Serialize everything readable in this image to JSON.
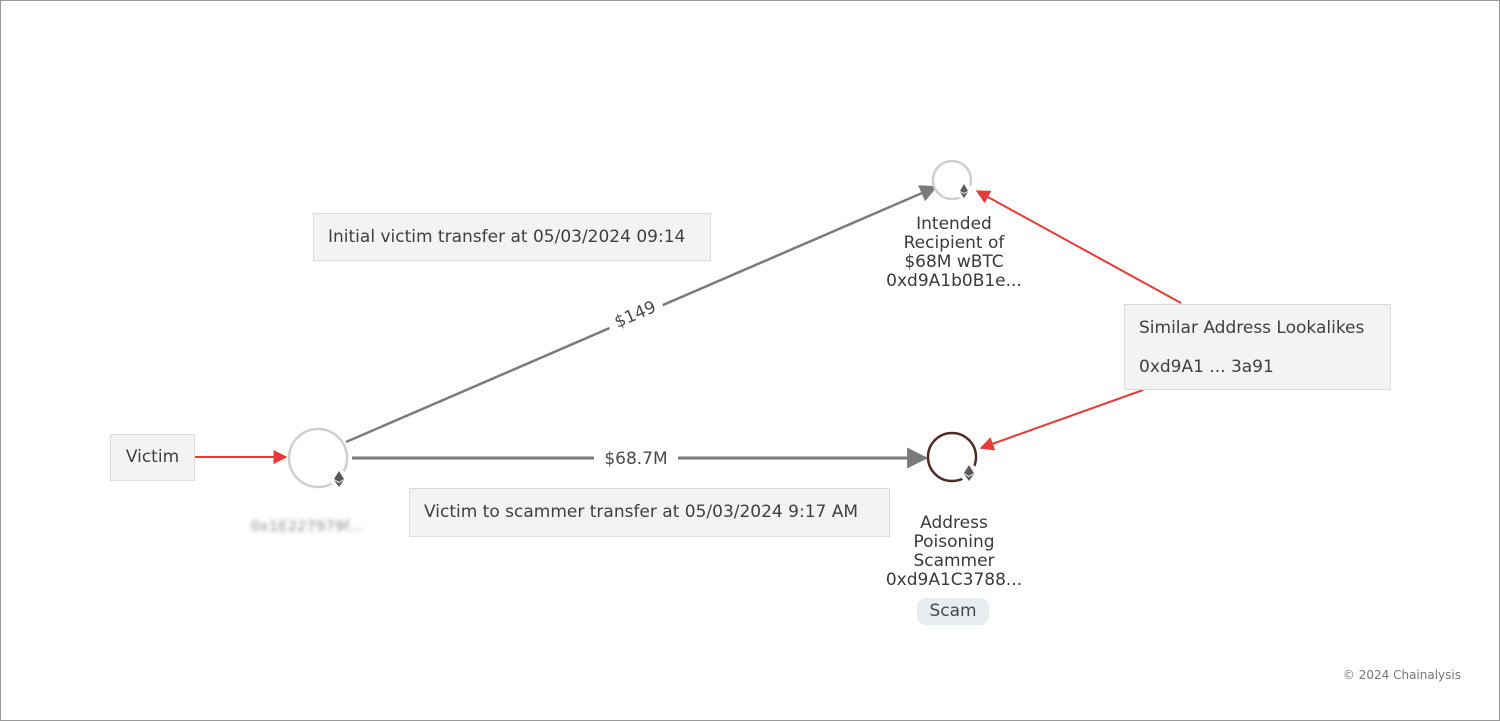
{
  "victim_label": "Victim",
  "victim_address": "0x1E227979f...",
  "initial_transfer_note": "Initial victim transfer at 05/03/2024 09:14",
  "scammer_transfer_note": "Victim to scammer transfer at 05/03/2024 9:17 AM",
  "edge_small_amount": "$149",
  "edge_large_amount": "$68.7M",
  "intended_recipient": {
    "line1": "Intended",
    "line2": "Recipient of",
    "line3": "$68M wBTC",
    "line4": "0xd9A1b0B1e..."
  },
  "scammer": {
    "line1": "Address",
    "line2": "Poisoning",
    "line3": "Scammer",
    "line4": "0xd9A1C3788...",
    "tag": "Scam"
  },
  "lookalikes": {
    "title": "Similar Address Lookalikes",
    "address": "0xd9A1 ... 3a91"
  },
  "copyright": "© 2024 Chainalysis",
  "colors": {
    "edge_gray": "#7b7b7b",
    "arrow_red": "#e83a36",
    "node_ring_gray": "#c8c8c8",
    "scam_ring": "#4d2c26"
  },
  "icons": [
    "ethereum-icon"
  ]
}
